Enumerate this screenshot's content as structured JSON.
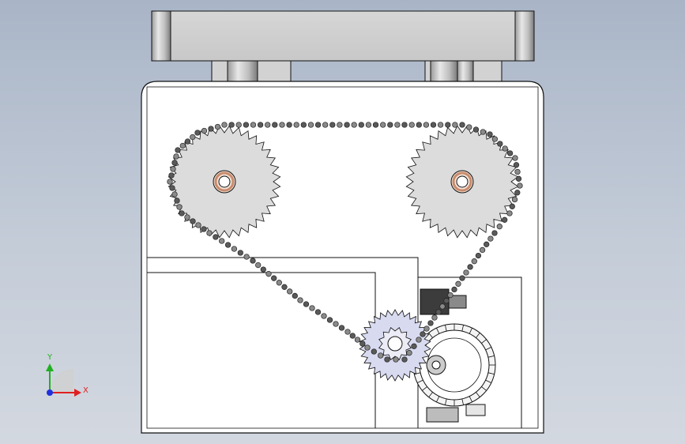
{
  "triad": {
    "x_label": "X",
    "y_label": "Y",
    "x_color": "#e02020",
    "y_color": "#20b020",
    "z_color": "#2030e0"
  },
  "colors": {
    "background_top": "#a9b5c7",
    "background_bottom": "#d3d8e0",
    "part_fill": "#ffffff",
    "sprocket_fill": "#dcdcdc",
    "drive_gear_fill": "#d8daf0",
    "bearing_ring": "#c98b6b",
    "chain": "#6e6e6e",
    "outline": "#111111"
  },
  "components": {
    "top_plate": "top-mounting-plate",
    "housing": "main-housing",
    "sprocket_left": "driven-sprocket-left",
    "sprocket_right": "driven-sprocket-right",
    "drive_gear": "drive-sprocket",
    "motor": "motor-assembly",
    "chain": "roller-chain"
  }
}
